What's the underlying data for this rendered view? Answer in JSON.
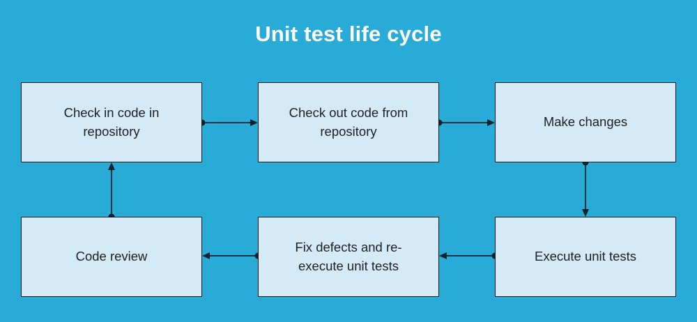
{
  "diagram": {
    "title": "Unit test life cycle",
    "background_color": "#29ABD8",
    "node_fill_color": "#D4EAF7",
    "node_border_color": "#1a1a1a",
    "connector_color": "#15313d",
    "title_color": "#FFFFFF",
    "nodes": [
      {
        "id": "check-in-code",
        "label": "Check in code in\nrepository"
      },
      {
        "id": "check-out-code",
        "label": "Check out code from\nrepository"
      },
      {
        "id": "make-changes",
        "label": "Make changes"
      },
      {
        "id": "code-review",
        "label": "Code review"
      },
      {
        "id": "fix-defects",
        "label": "Fix defects and re-\nexecute unit tests"
      },
      {
        "id": "execute-unit-tests",
        "label": "Execute unit tests"
      }
    ],
    "connections": [
      {
        "from": "check-in-code",
        "to": "check-out-code",
        "direction": "right"
      },
      {
        "from": "check-out-code",
        "to": "make-changes",
        "direction": "right"
      },
      {
        "from": "make-changes",
        "to": "execute-unit-tests",
        "direction": "down"
      },
      {
        "from": "execute-unit-tests",
        "to": "fix-defects",
        "direction": "left"
      },
      {
        "from": "fix-defects",
        "to": "code-review",
        "direction": "left"
      },
      {
        "from": "code-review",
        "to": "check-in-code",
        "direction": "up"
      }
    ]
  }
}
